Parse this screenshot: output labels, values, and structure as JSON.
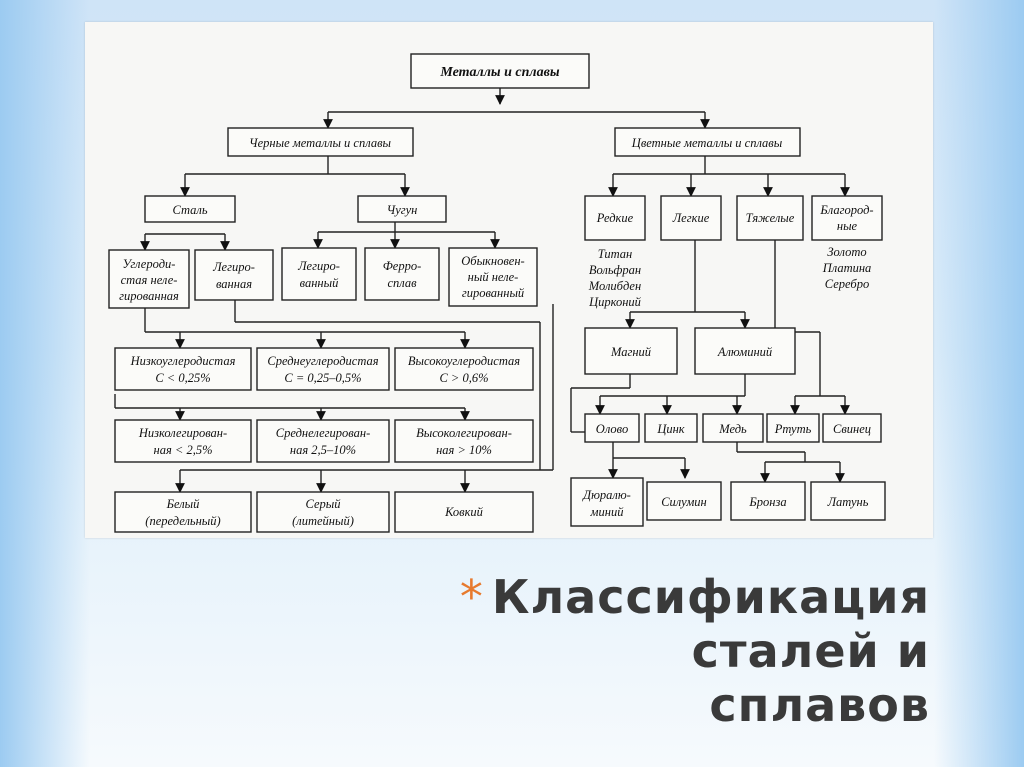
{
  "slide": {
    "bullet": "*",
    "title_line1": "Классификация сталей и",
    "title_line2": "сплавов"
  },
  "diagram": {
    "root": "Металлы и сплавы",
    "ferrous": "Черные металлы и сплавы",
    "nonferrous": "Цветные металлы и сплавы",
    "steel": "Сталь",
    "cast_iron": "Чугун",
    "carbon_unalloyed": [
      "Углероди-",
      "стая неле-",
      "гированная"
    ],
    "alloyed_steel": [
      "Легиро-",
      "ванная"
    ],
    "alloyed_iron": [
      "Легиро-",
      "ванный"
    ],
    "ferroalloy": [
      "Ферро-",
      "сплав"
    ],
    "ordinary_unalloyed": [
      "Обыкновен-",
      "ный нелe-",
      "гированный"
    ],
    "low_carbon": [
      "Низкоуглеродистая",
      "C < 0,25%"
    ],
    "medium_carbon": [
      "Среднеуглеродистая",
      "C = 0,25–0,5%"
    ],
    "high_carbon": [
      "Высокоуглеродистая",
      "C > 0,6%"
    ],
    "low_alloy": [
      "Низколегирован-",
      "ная < 2,5%"
    ],
    "medium_alloy": [
      "Среднелегирован-",
      "ная  2,5–10%"
    ],
    "high_alloy": [
      "Высоколегирован-",
      "ная > 10%"
    ],
    "white": [
      "Белый",
      "(передельный)"
    ],
    "gray": [
      "Серый",
      "(литейный)"
    ],
    "malleable": "Ковкий",
    "rare": "Редкие",
    "light": "Легкие",
    "heavy": "Тяжелые",
    "noble": [
      "Благород-",
      "ные"
    ],
    "rare_list": [
      "Титан",
      "Вольфран",
      "Молибден",
      "Цирконий"
    ],
    "noble_list": [
      "Золото",
      "Платина",
      "Серебро"
    ],
    "magnesium": "Магний",
    "aluminum": "Алюминий",
    "tin": "Олово",
    "zinc": "Цинк",
    "copper": "Медь",
    "mercury": "Ртуть",
    "lead": "Свинец",
    "duralumin": [
      "Дюралю-",
      "миний"
    ],
    "silumin": "Силумин",
    "bronze": "Бронза",
    "brass": "Латунь"
  }
}
